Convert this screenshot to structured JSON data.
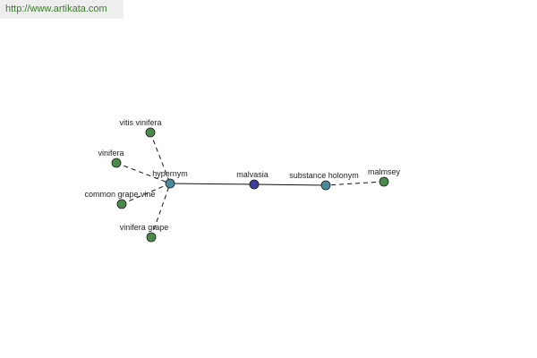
{
  "header": {
    "url": "http://www.artikata.com"
  },
  "graph": {
    "center": {
      "id": "malvasia",
      "label": "malvasia",
      "color": "#3c3c9a"
    },
    "relations": [
      {
        "id": "hypernym",
        "label": "hypernym",
        "color": "#4a8a9a"
      },
      {
        "id": "substance-holonym",
        "label": "substance holonym",
        "color": "#4a8a9a"
      }
    ],
    "terms": [
      {
        "id": "vitis-vinifera",
        "label": "vitis vinifera",
        "relation": "hypernym",
        "color": "#4a8a4a"
      },
      {
        "id": "vinifera",
        "label": "vinifera",
        "relation": "hypernym",
        "color": "#4a8a4a"
      },
      {
        "id": "common-grape-vine",
        "label": "common grape vine",
        "relation": "hypernym",
        "color": "#4a8a4a"
      },
      {
        "id": "vinifera-grape",
        "label": "vinifera grape",
        "relation": "hypernym",
        "color": "#4a8a4a"
      },
      {
        "id": "malmsey",
        "label": "malmsey",
        "relation": "substance-holonym",
        "color": "#4a8a4a"
      }
    ]
  }
}
